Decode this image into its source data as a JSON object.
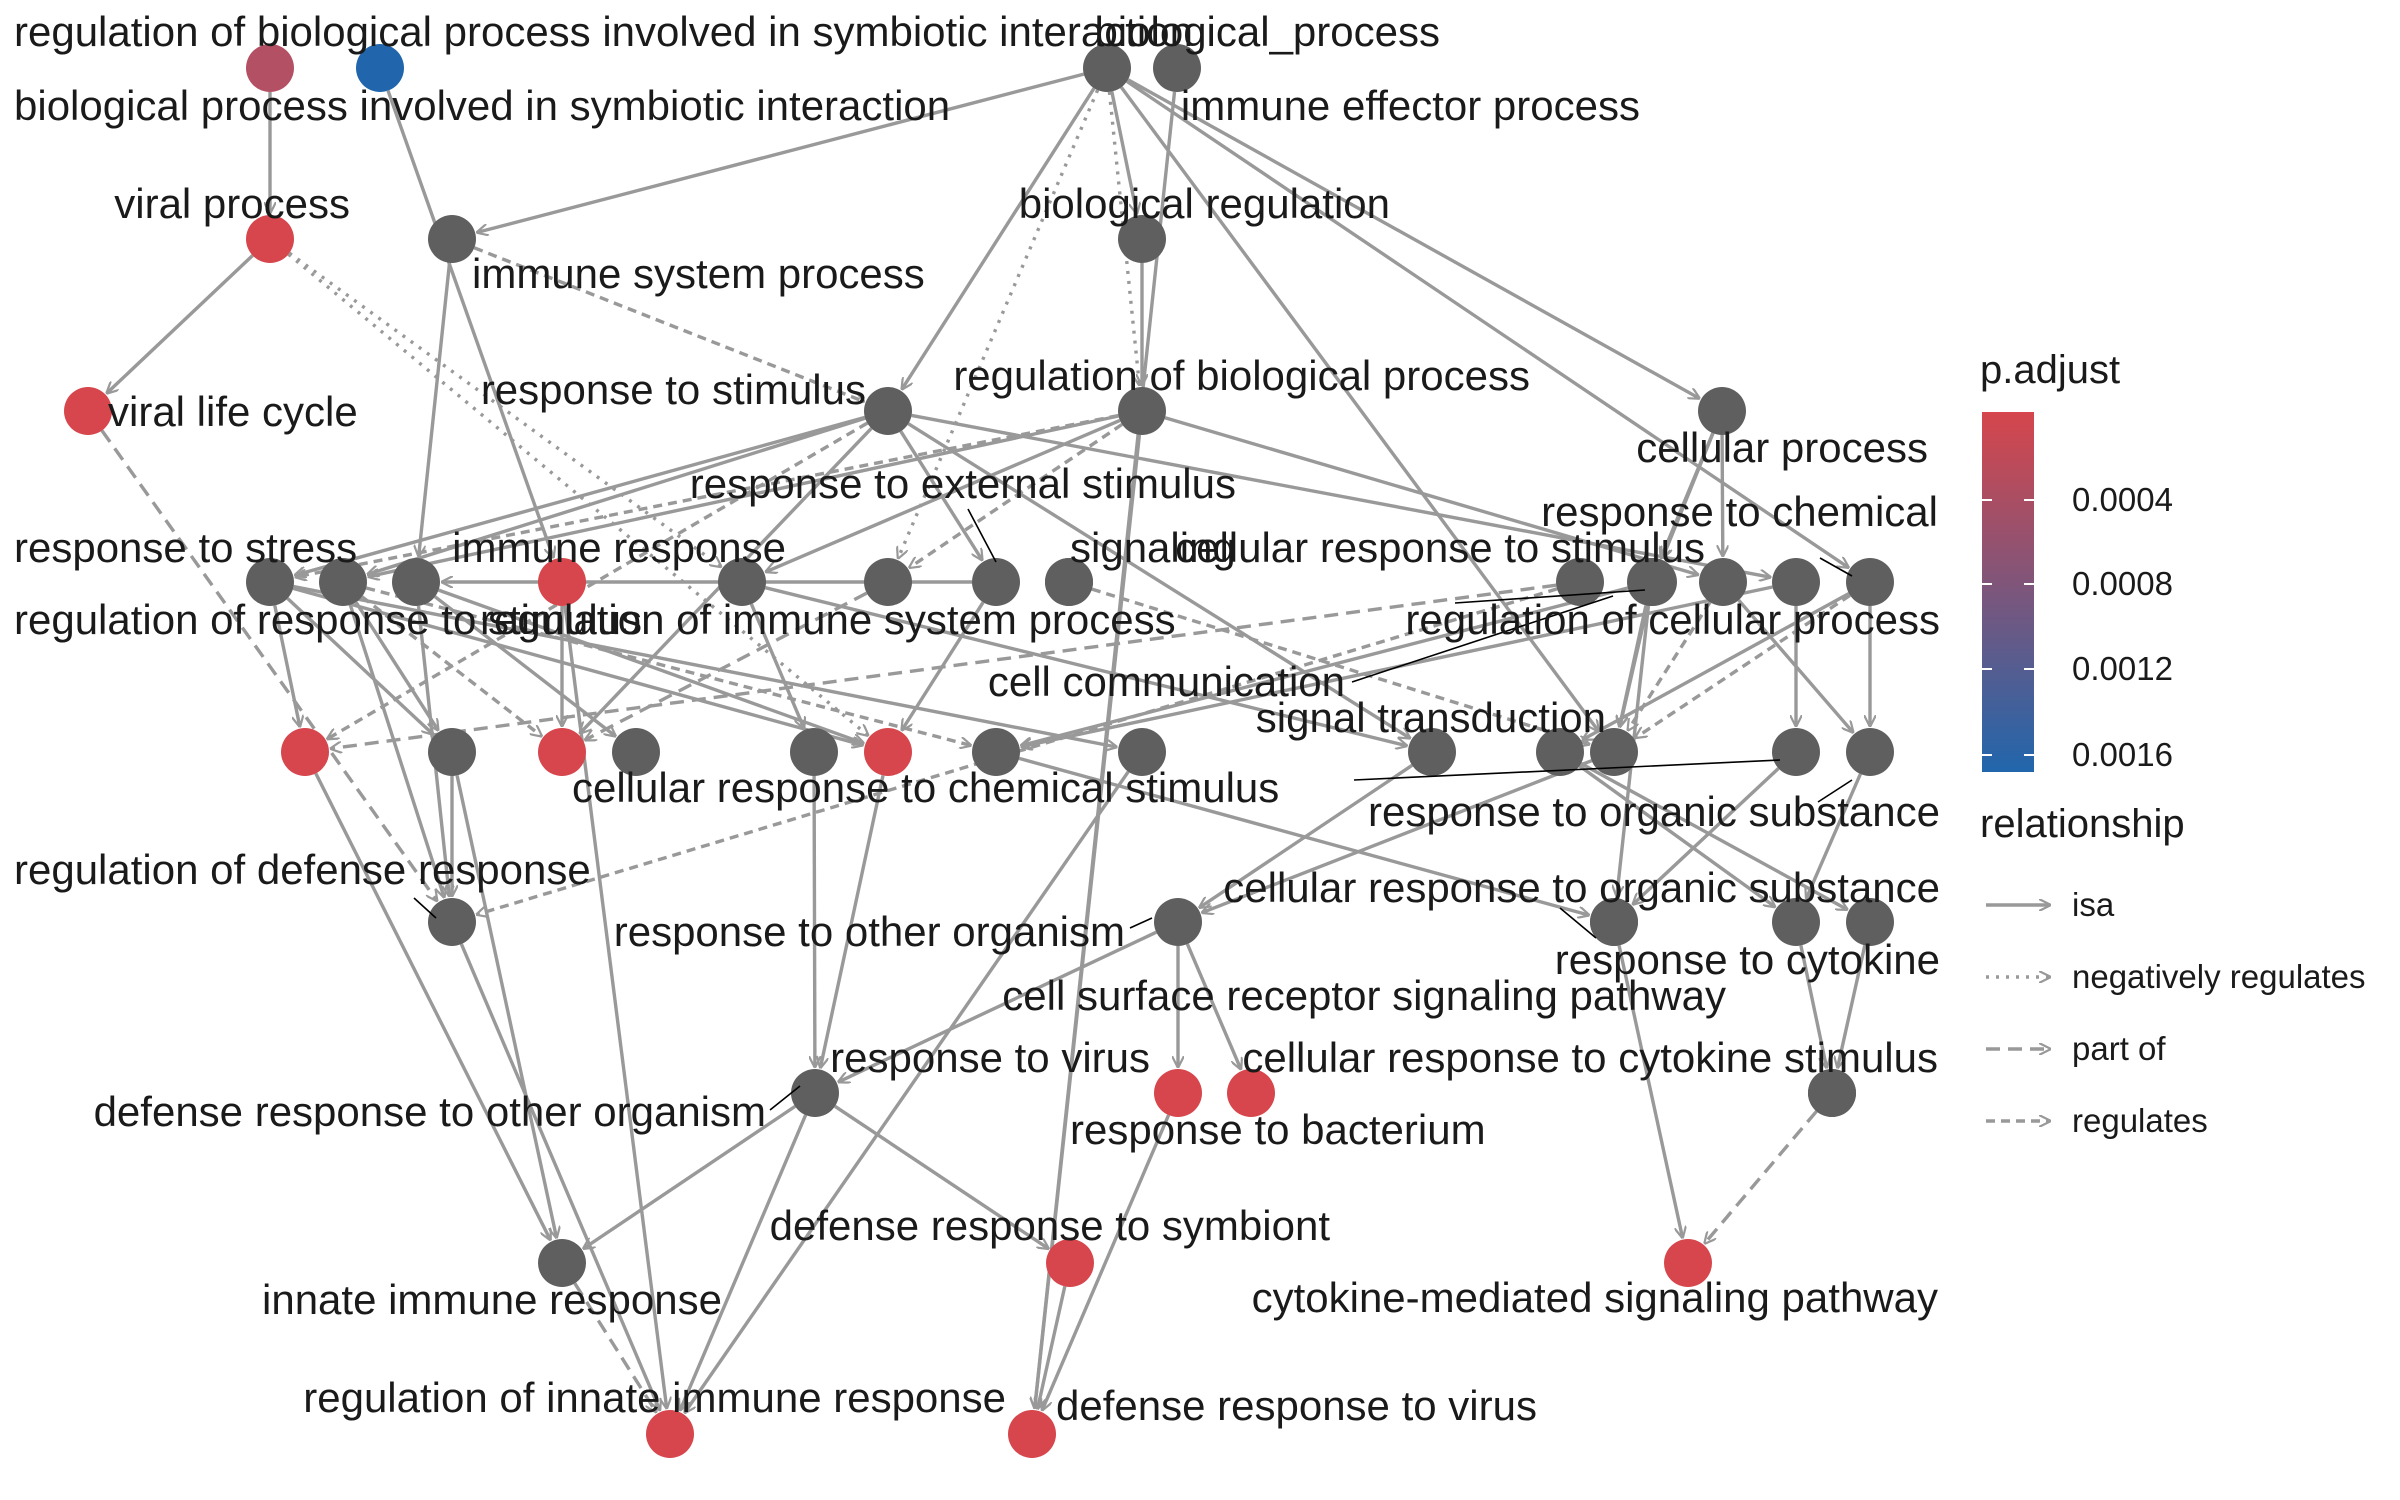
{
  "diagram": {
    "type": "go-term-graph",
    "colors": {
      "edge": "#999999",
      "node_default": "#5f5f5f",
      "low_padj": "#d6464c",
      "high_padj": "#2166ac",
      "leader": "#000000"
    },
    "nodes": [
      {
        "id": "n1",
        "label": "regulation of biological process involved in symbiotic interaction",
        "color": "#b45064"
      },
      {
        "id": "n2",
        "label": "",
        "color": "#2166ac"
      },
      {
        "id": "n3",
        "label": "biological_process",
        "color": "#5f5f5f"
      },
      {
        "id": "n4",
        "label": "immune effector process",
        "color": "#5f5f5f"
      },
      {
        "id": "n5",
        "label": "biological process involved in symbiotic interaction",
        "color": "#5f5f5f"
      },
      {
        "id": "n6",
        "label": "viral process",
        "color": "#d6464c"
      },
      {
        "id": "n7",
        "label": "biological regulation",
        "color": "#5f5f5f"
      },
      {
        "id": "n8",
        "label": "immune system process",
        "color": "#5f5f5f"
      },
      {
        "id": "n9",
        "label": "viral life cycle",
        "color": "#d6464c"
      },
      {
        "id": "n10",
        "label": "response to stimulus",
        "color": "#5f5f5f"
      },
      {
        "id": "n11",
        "label": "regulation of biological process",
        "color": "#5f5f5f"
      },
      {
        "id": "n12",
        "label": "cellular process",
        "color": "#5f5f5f"
      },
      {
        "id": "n13",
        "label": "response to external stimulus",
        "color": "#5f5f5f"
      },
      {
        "id": "n14",
        "label": "response to chemical",
        "color": "#5f5f5f"
      },
      {
        "id": "n15",
        "label": "response to stress",
        "color": "#5f5f5f"
      },
      {
        "id": "n16",
        "label": "regulation of response to stimulus",
        "color": "#5f5f5f"
      },
      {
        "id": "n17",
        "label": "",
        "color": "#5f5f5f"
      },
      {
        "id": "n18",
        "label": "immune response",
        "color": "#d6464c"
      },
      {
        "id": "n19",
        "label": "regulation of immune system process",
        "color": "#5f5f5f"
      },
      {
        "id": "n20",
        "label": "",
        "color": "#5f5f5f"
      },
      {
        "id": "n21",
        "label": "",
        "color": "#5f5f5f"
      },
      {
        "id": "n22",
        "label": "signaling",
        "color": "#5f5f5f"
      },
      {
        "id": "n23",
        "label": "cellular response to stimulus",
        "color": "#5f5f5f"
      },
      {
        "id": "n24",
        "label": "regulation of cellular process",
        "color": "#5f5f5f"
      },
      {
        "id": "n25",
        "label": "cell communication",
        "color": "#5f5f5f"
      },
      {
        "id": "n26",
        "label": "",
        "color": "#5f5f5f"
      },
      {
        "id": "n27",
        "label": "",
        "color": "#5f5f5f"
      },
      {
        "id": "n28",
        "label": "",
        "color": "#5f5f5f"
      },
      {
        "id": "n29",
        "label": "",
        "color": "#d6464c"
      },
      {
        "id": "n30",
        "label": "",
        "color": "#5f5f5f"
      },
      {
        "id": "n31",
        "label": "",
        "color": "#d6464c"
      },
      {
        "id": "n32",
        "label": "",
        "color": "#5f5f5f"
      },
      {
        "id": "n33",
        "label": "",
        "color": "#5f5f5f"
      },
      {
        "id": "n34",
        "label": "",
        "color": "#d6464c"
      },
      {
        "id": "n35",
        "label": "cellular response to chemical stimulus",
        "color": "#5f5f5f"
      },
      {
        "id": "n36",
        "label": "",
        "color": "#5f5f5f"
      },
      {
        "id": "n37",
        "label": "signal transduction",
        "color": "#5f5f5f"
      },
      {
        "id": "n38",
        "label": "",
        "color": "#5f5f5f"
      },
      {
        "id": "n39",
        "label": "response to organic substance",
        "color": "#5f5f5f"
      },
      {
        "id": "n40",
        "label": "",
        "color": "#5f5f5f"
      },
      {
        "id": "n41",
        "label": "regulation of defense response",
        "color": "#5f5f5f"
      },
      {
        "id": "n42",
        "label": "cellular response to organic substance",
        "color": "#5f5f5f"
      },
      {
        "id": "n43",
        "label": "response to other organism",
        "color": "#5f5f5f"
      },
      {
        "id": "n44",
        "label": "response to cytokine",
        "color": "#5f5f5f"
      },
      {
        "id": "n45",
        "label": "",
        "color": "#5f5f5f"
      },
      {
        "id": "n46",
        "label": "",
        "color": "#5f5f5f"
      },
      {
        "id": "n47",
        "label": "cell surface receptor signaling pathway",
        "color": "#5f5f5f"
      },
      {
        "id": "n48",
        "label": "response to virus",
        "color": "#5f5f5f"
      },
      {
        "id": "n49",
        "label": "cellular response to cytokine stimulus",
        "color": "#5f5f5f"
      },
      {
        "id": "n50",
        "label": "response to bacterium",
        "color": "#d6464c"
      },
      {
        "id": "n51",
        "label": "",
        "color": "#d6464c"
      },
      {
        "id": "n52",
        "label": "defense response to other organism",
        "color": "#5f5f5f"
      },
      {
        "id": "n53",
        "label": "defense response to symbiont",
        "color": "#d6464c"
      },
      {
        "id": "n54",
        "label": "cytokine-mediated signaling pathway",
        "color": "#d6464c"
      },
      {
        "id": "n55",
        "label": "innate immune response",
        "color": "#5f5f5f"
      },
      {
        "id": "n56",
        "label": "regulation of innate immune response",
        "color": "#d6464c"
      },
      {
        "id": "n57",
        "label": "defense response to virus",
        "color": "#d6464c"
      }
    ],
    "edges": [
      {
        "from": "n1",
        "to": "n6",
        "type": "isa"
      },
      {
        "from": "n2",
        "to": "n18",
        "type": "isa"
      },
      {
        "from": "n3",
        "to": "n8",
        "type": "isa"
      },
      {
        "from": "n3",
        "to": "n10",
        "type": "isa"
      },
      {
        "from": "n3",
        "to": "n7",
        "type": "isa"
      },
      {
        "from": "n3",
        "to": "n12",
        "type": "isa"
      },
      {
        "from": "n3",
        "to": "n11",
        "type": "negatively regulates"
      },
      {
        "from": "n3",
        "to": "n20",
        "type": "negatively regulates"
      },
      {
        "from": "n3",
        "to": "n37",
        "type": "isa"
      },
      {
        "from": "n3",
        "to": "n26",
        "type": "isa"
      },
      {
        "from": "n4",
        "to": "n57",
        "type": "isa"
      },
      {
        "from": "n6",
        "to": "n9",
        "type": "isa"
      },
      {
        "from": "n6",
        "to": "n19",
        "type": "negatively regulates"
      },
      {
        "from": "n6",
        "to": "n34",
        "type": "negatively regulates"
      },
      {
        "from": "n7",
        "to": "n11",
        "type": "isa"
      },
      {
        "from": "n8",
        "to": "n17",
        "type": "isa"
      },
      {
        "from": "n8",
        "to": "n10",
        "type": "regulates"
      },
      {
        "from": "n9",
        "to": "n41",
        "type": "part of"
      },
      {
        "from": "n10",
        "to": "n15",
        "type": "isa"
      },
      {
        "from": "n10",
        "to": "n16",
        "type": "isa"
      },
      {
        "from": "n10",
        "to": "n13",
        "type": "isa"
      },
      {
        "from": "n10",
        "to": "n14",
        "type": "isa"
      },
      {
        "from": "n10",
        "to": "n31",
        "type": "isa"
      },
      {
        "from": "n10",
        "to": "n36",
        "type": "isa"
      },
      {
        "from": "n10",
        "to": "n29",
        "type": "regulates"
      },
      {
        "from": "n11",
        "to": "n16",
        "type": "isa"
      },
      {
        "from": "n11",
        "to": "n24",
        "type": "isa"
      },
      {
        "from": "n11",
        "to": "n19",
        "type": "isa"
      },
      {
        "from": "n11",
        "to": "n57",
        "type": "isa"
      },
      {
        "from": "n11",
        "to": "n15",
        "type": "regulates"
      },
      {
        "from": "n11",
        "to": "n20",
        "type": "regulates"
      },
      {
        "from": "n12",
        "to": "n23",
        "type": "isa"
      },
      {
        "from": "n12",
        "to": "n24",
        "type": "isa"
      },
      {
        "from": "n12",
        "to": "n25",
        "type": "isa"
      },
      {
        "from": "n13",
        "to": "n17",
        "type": "isa"
      },
      {
        "from": "n13",
        "to": "n34",
        "type": "isa"
      },
      {
        "from": "n14",
        "to": "n38",
        "type": "isa"
      },
      {
        "from": "n14",
        "to": "n35",
        "type": "isa"
      },
      {
        "from": "n15",
        "to": "n28",
        "type": "isa"
      },
      {
        "from": "n15",
        "to": "n29",
        "type": "isa"
      },
      {
        "from": "n15",
        "to": "n33",
        "type": "isa"
      },
      {
        "from": "n15",
        "to": "n34",
        "type": "isa"
      },
      {
        "from": "n16",
        "to": "n28",
        "type": "isa"
      },
      {
        "from": "n16",
        "to": "n41",
        "type": "isa"
      },
      {
        "from": "n16",
        "to": "n31",
        "type": "regulates"
      },
      {
        "from": "n16",
        "to": "n35",
        "type": "regulates"
      },
      {
        "from": "n17",
        "to": "n30",
        "type": "isa"
      },
      {
        "from": "n17",
        "to": "n41",
        "type": "isa"
      },
      {
        "from": "n17",
        "to": "n34",
        "type": "isa"
      },
      {
        "from": "n18",
        "to": "n31",
        "type": "isa"
      },
      {
        "from": "n18",
        "to": "n56",
        "type": "isa"
      },
      {
        "from": "n19",
        "to": "n32",
        "type": "isa"
      },
      {
        "from": "n19",
        "to": "n36",
        "type": "isa"
      },
      {
        "from": "n20",
        "to": "n31",
        "type": "part of"
      },
      {
        "from": "n21",
        "to": "n27",
        "type": "regulates"
      },
      {
        "from": "n22",
        "to": "n29",
        "type": "part of"
      },
      {
        "from": "n22",
        "to": "n41",
        "type": "regulates"
      },
      {
        "from": "n23",
        "to": "n35",
        "type": "isa"
      },
      {
        "from": "n23",
        "to": "n37",
        "type": "isa"
      },
      {
        "from": "n23",
        "to": "n42",
        "type": "isa"
      },
      {
        "from": "n24",
        "to": "n39",
        "type": "isa"
      },
      {
        "from": "n24",
        "to": "n37",
        "type": "regulates"
      },
      {
        "from": "n25",
        "to": "n37",
        "type": "isa"
      },
      {
        "from": "n26",
        "to": "n39",
        "type": "isa"
      },
      {
        "from": "n26",
        "to": "n40",
        "type": "isa"
      },
      {
        "from": "n26",
        "to": "n37",
        "type": "regulates"
      },
      {
        "from": "n27",
        "to": "n37",
        "type": "regulates"
      },
      {
        "from": "n28",
        "to": "n55",
        "type": "isa"
      },
      {
        "from": "n28",
        "to": "n41",
        "type": "isa"
      },
      {
        "from": "n29",
        "to": "n55",
        "type": "isa"
      },
      {
        "from": "n32",
        "to": "n48",
        "type": "isa"
      },
      {
        "from": "n33",
        "to": "n56",
        "type": "isa"
      },
      {
        "from": "n34",
        "to": "n48",
        "type": "isa"
      },
      {
        "from": "n35",
        "to": "n42",
        "type": "isa"
      },
      {
        "from": "n36",
        "to": "n43",
        "type": "isa"
      },
      {
        "from": "n37",
        "to": "n43",
        "type": "isa"
      },
      {
        "from": "n38",
        "to": "n44",
        "type": "isa"
      },
      {
        "from": "n39",
        "to": "n45",
        "type": "isa"
      },
      {
        "from": "n40",
        "to": "n45",
        "type": "isa"
      },
      {
        "from": "n40",
        "to": "n46",
        "type": "isa"
      },
      {
        "from": "n41",
        "to": "n56",
        "type": "isa"
      },
      {
        "from": "n43",
        "to": "n48",
        "type": "isa"
      },
      {
        "from": "n43",
        "to": "n50",
        "type": "isa"
      },
      {
        "from": "n43",
        "to": "n51",
        "type": "isa"
      },
      {
        "from": "n44",
        "to": "n54",
        "type": "isa"
      },
      {
        "from": "n45",
        "to": "n47",
        "type": "isa"
      },
      {
        "from": "n46",
        "to": "n47",
        "type": "isa"
      },
      {
        "from": "n47",
        "to": "n54",
        "type": "part of"
      },
      {
        "from": "n48",
        "to": "n55",
        "type": "isa"
      },
      {
        "from": "n48",
        "to": "n53",
        "type": "isa"
      },
      {
        "from": "n48",
        "to": "n56",
        "type": "isa"
      },
      {
        "from": "n50",
        "to": "n57",
        "type": "isa"
      },
      {
        "from": "n53",
        "to": "n57",
        "type": "isa"
      },
      {
        "from": "n55",
        "to": "n56",
        "type": "part of"
      }
    ]
  },
  "legend": {
    "color_title": "p.adjust",
    "color_ticks": [
      "0.0004",
      "0.0008",
      "0.0012",
      "0.0016"
    ],
    "color_low": "#d6464c",
    "color_high": "#2166ac",
    "relationship_title": "relationship",
    "relationships": [
      {
        "label": "isa",
        "style": "solid"
      },
      {
        "label": "negatively regulates",
        "style": "dotted"
      },
      {
        "label": "part of",
        "style": "dashed"
      },
      {
        "label": "regulates",
        "style": "dashed"
      }
    ]
  }
}
